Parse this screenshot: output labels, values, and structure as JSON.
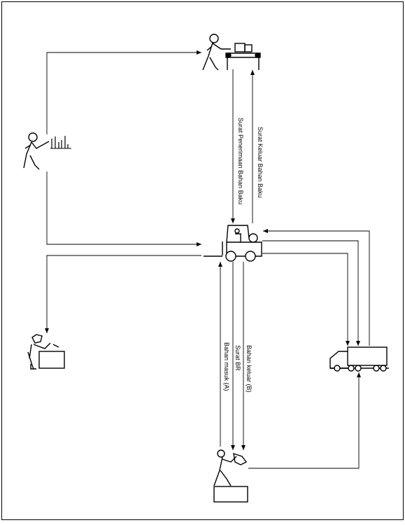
{
  "colors": {
    "stroke": "#000000",
    "background": "#ffffff"
  },
  "icons": {
    "supervisor": "person-with-chart-icon",
    "conveyor_worker": "conveyor-worker-icon",
    "forklift": "forklift-icon",
    "office_clerk": "desk-clerk-icon",
    "truck": "truck-icon",
    "packer": "packer-on-box-icon"
  },
  "labels": {
    "receive_raw": "Surat Penerimaan Bahan Baku",
    "issue_raw": "Surat Keluar Bahan Baku",
    "raw_in": "Bahan masuk (A)",
    "flow_note": "Surat BR",
    "raw_out": "Bahan keluar (B)"
  }
}
